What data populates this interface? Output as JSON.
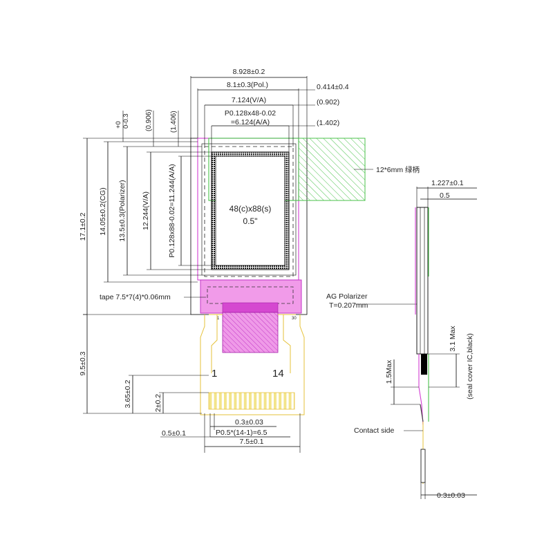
{
  "colors": {
    "polarizer_outline": "#d23cd2",
    "fpc_fill": "#e86be0",
    "green_handle": "#49c24a",
    "fpc_outline": "#e6c23a",
    "line": "#000000",
    "text": "#222222"
  },
  "top_dims": {
    "overall_width": "8.928±0.2",
    "polarizer_width": "8.1±0.3(Pol.)",
    "right_offset": "0.414±0.4",
    "va_width": "7.124(V/A)",
    "va_offset": "(0.902)",
    "pitch_line1": "P0.128x48-0.02",
    "pitch_line2": "=6.124(A/A)",
    "aa_offset": "(1.402)"
  },
  "vertical_dims": {
    "tol_plus": "+0",
    "tol_minus": "0-0.3",
    "offset_906": "(0.906)",
    "offset_1406": "(1.406)",
    "total_height": "17.1±0.2",
    "cg_height": "14.05±0.2(CG)",
    "pol_height": "13.5±0.3(Polarizer)",
    "va_height": "12.244(V/A)",
    "aa_height": "P0.128x88-0.02=11.244(A/A)",
    "fpc_length": "9.5±0.3",
    "pad_length": "3.65±0.2",
    "pad_height": "2±0.2"
  },
  "labels": {
    "handle": "12*6mm 绿柄",
    "resolution": "48(c)x88(s)",
    "diagonal": "0.5\"",
    "tape": "tape 7.5*7(4)*0.06mm",
    "pin_first": "1",
    "pin_last": "14",
    "tiny_first": "1",
    "tiny_last": "30"
  },
  "bottom_dims": {
    "pad_width": "0.3±0.03",
    "pitch": "P0.5*(14-1)=6.5",
    "edge": "0.5±0.1",
    "fpc_width": "7.5±0.1"
  },
  "side_view": {
    "thickness": "1.227±0.1",
    "glass": "0.5",
    "ag_polarizer_line1": "AG Polarizer",
    "ag_polarizer_line2": "T=0.207mm",
    "ic_height": "3.1 Max",
    "seal_cover": "(seal cover IC,black)",
    "step": "1.5Max",
    "contact_side": "Contact side",
    "fpc_thickness": "0.3±0.03"
  }
}
